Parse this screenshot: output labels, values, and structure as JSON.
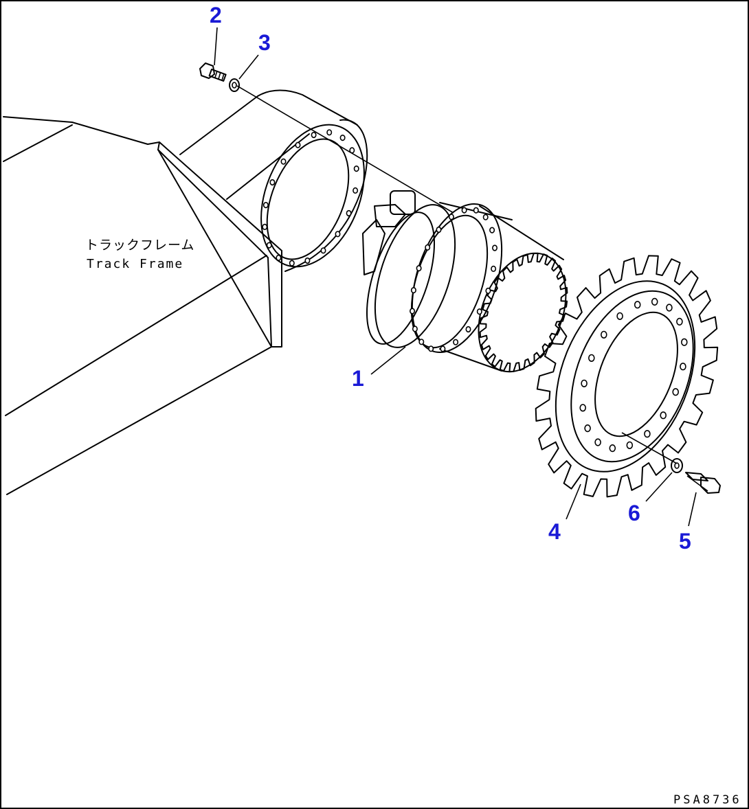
{
  "diagram": {
    "frame_label_jp": "トラックフレーム",
    "frame_label_en": "Track Frame",
    "drawing_code": "PSA8736",
    "colors": {
      "callout": "#1a1ad6",
      "line": "#000000",
      "background": "#ffffff"
    },
    "callouts": [
      {
        "id": "1",
        "part": "final-drive"
      },
      {
        "id": "2",
        "part": "bolt"
      },
      {
        "id": "3",
        "part": "washer"
      },
      {
        "id": "4",
        "part": "sprocket"
      },
      {
        "id": "5",
        "part": "bolt"
      },
      {
        "id": "6",
        "part": "washer"
      }
    ]
  }
}
